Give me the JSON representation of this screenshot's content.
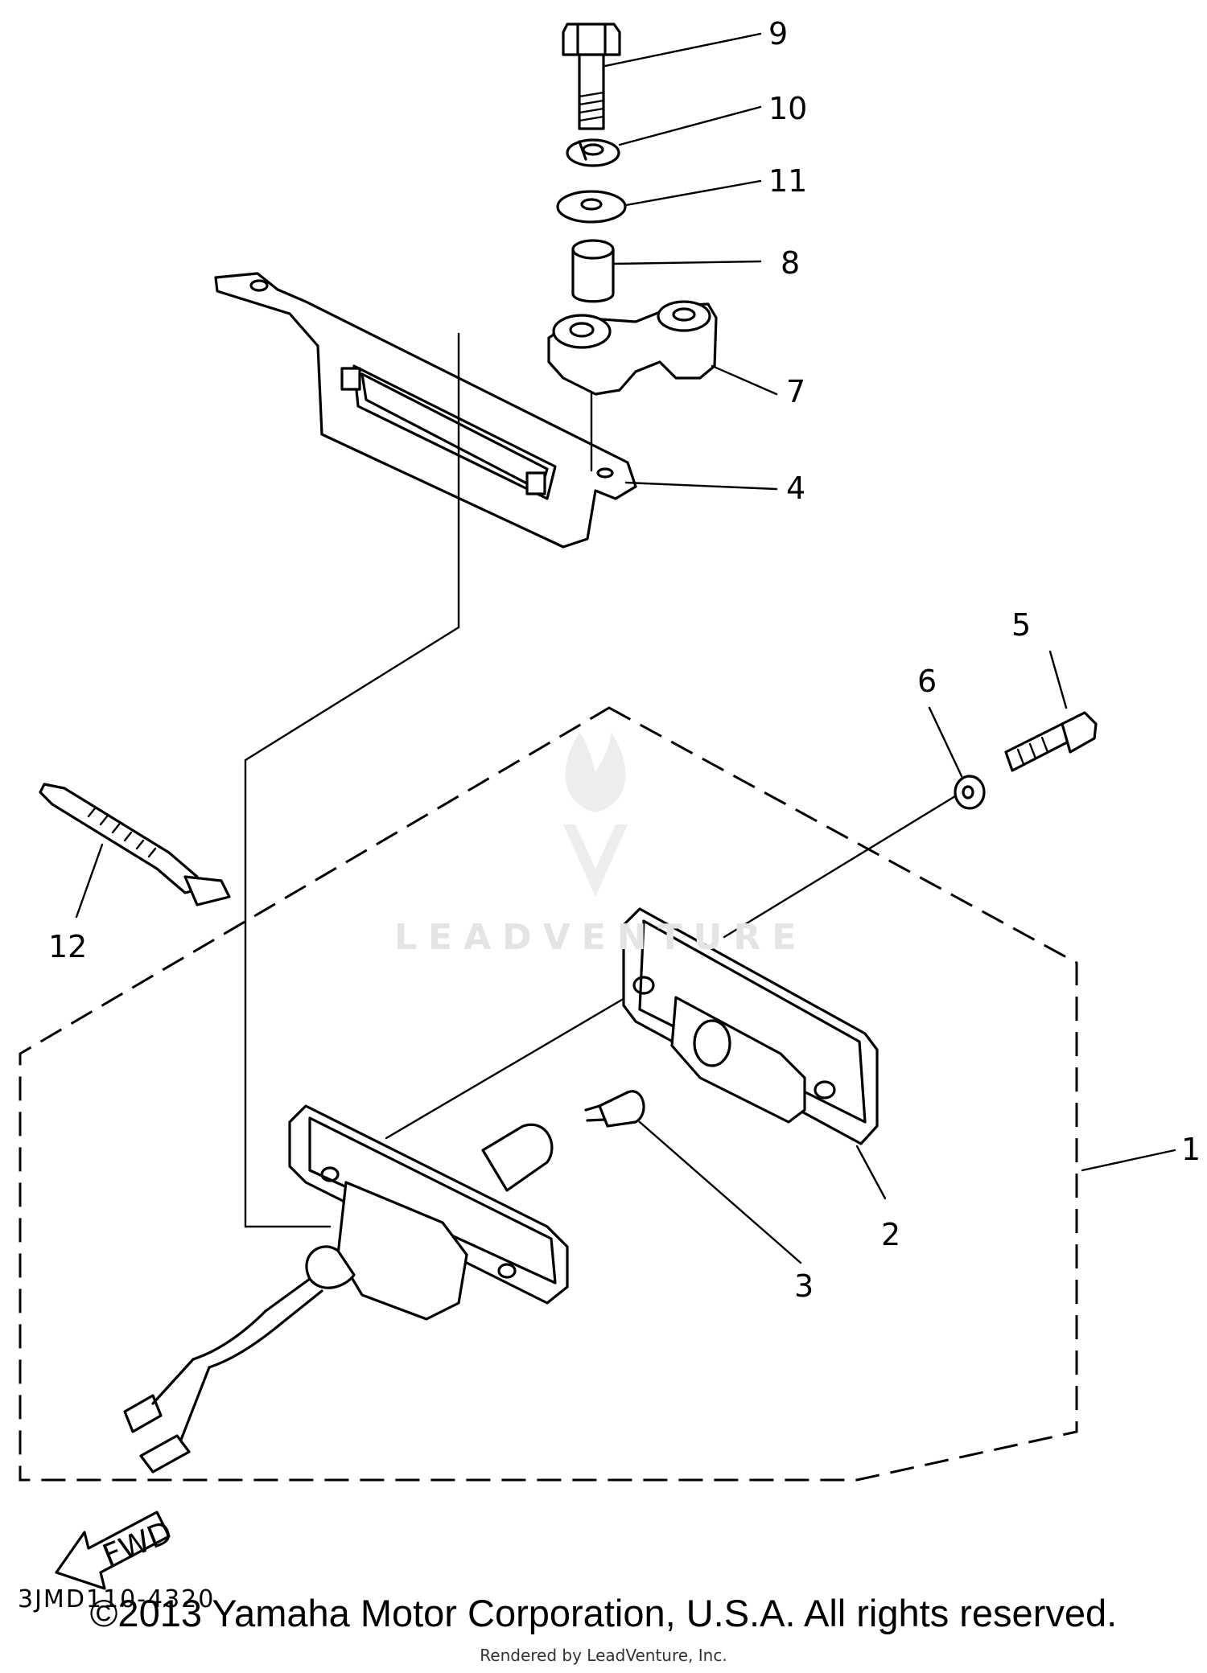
{
  "diagram_code": "3JMD110-4320",
  "fwd_label": "FWD",
  "watermark": "LEADVENTURE",
  "copyright": "©2013 Yamaha Motor Corporation, U.S.A. All rights reserved.",
  "rendered_by": "Rendered by LeadVenture, Inc.",
  "callouts": {
    "c1": "1",
    "c2": "2",
    "c3": "3",
    "c4": "4",
    "c5": "5",
    "c6": "6",
    "c7": "7",
    "c8": "8",
    "c9": "9",
    "c10": "10",
    "c11": "11",
    "c12": "12"
  }
}
